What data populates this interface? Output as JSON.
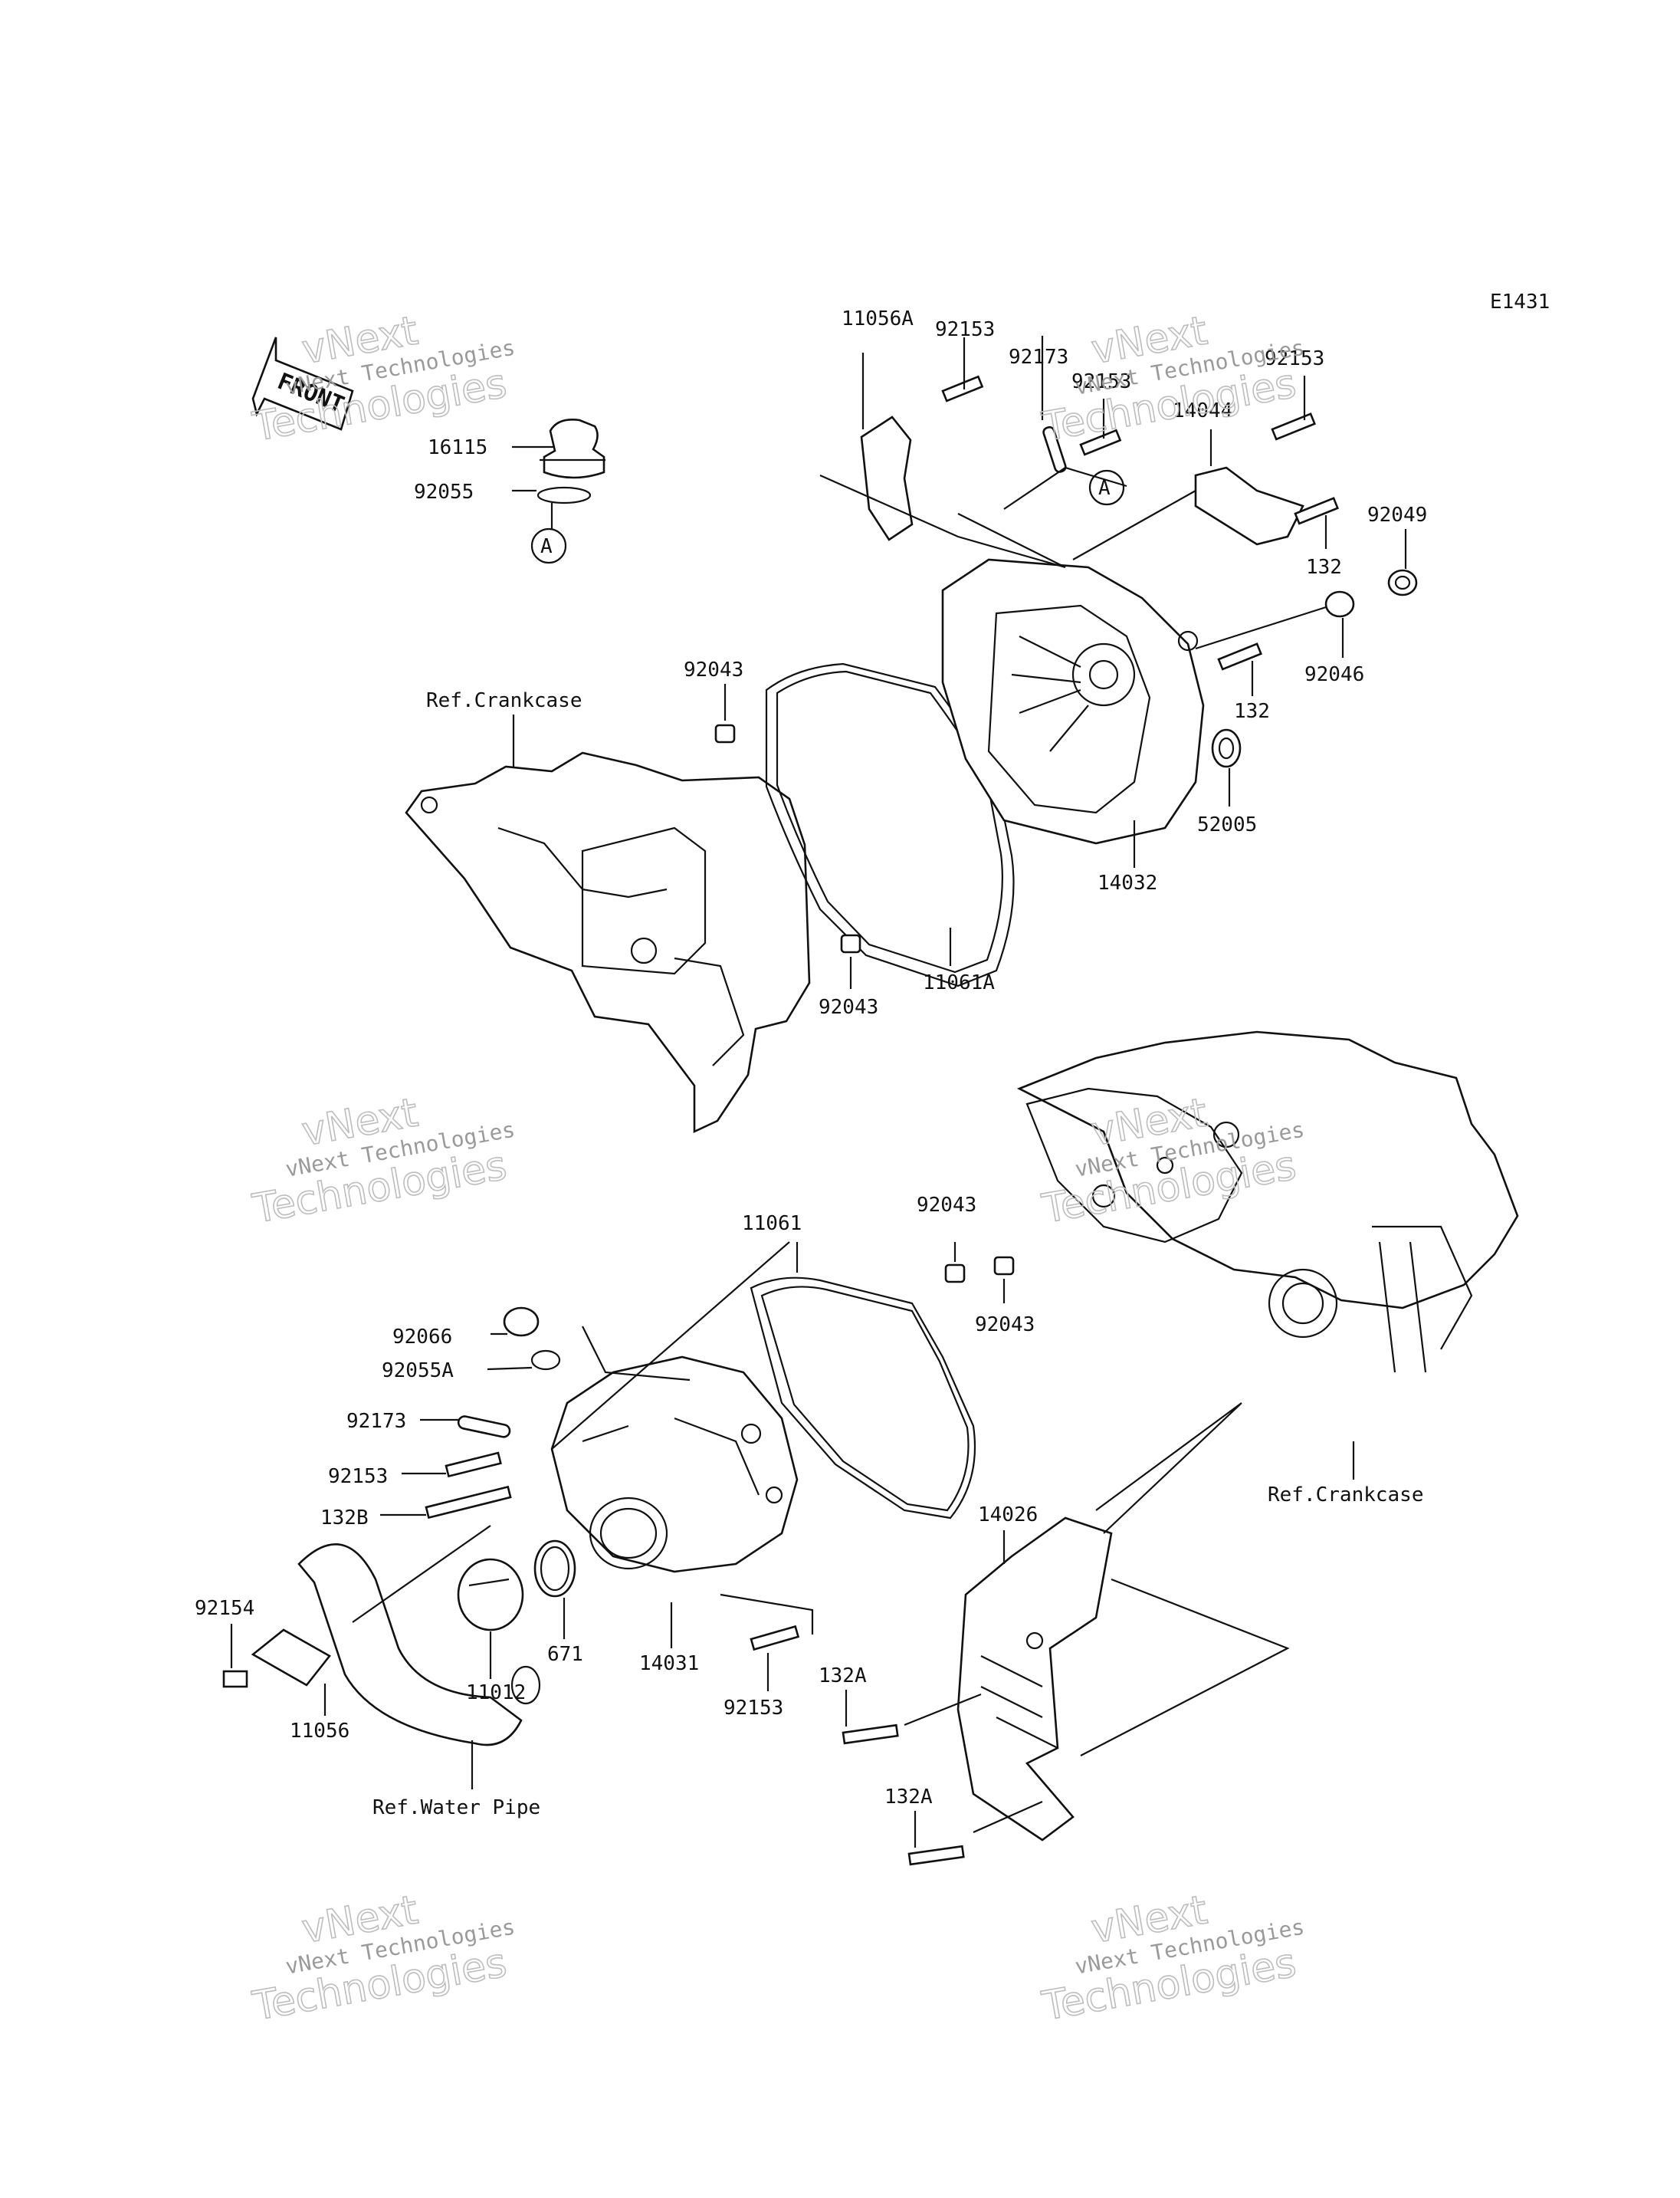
{
  "diagram_id": "E1431",
  "front_arrow": "FRONT",
  "ref_marker": "A",
  "ref_labels": {
    "crankcase_upper": "Ref.Crankcase",
    "crankcase_lower": "Ref.Crankcase",
    "water_pipe": "Ref.Water Pipe"
  },
  "parts_upper": [
    "92153",
    "11056A",
    "92173",
    "92153",
    "14044",
    "92153",
    "16115",
    "92055",
    "132",
    "92049",
    "92046",
    "132",
    "92043",
    "52005",
    "14032",
    "11061A",
    "92043"
  ],
  "parts_lower": [
    "11061",
    "92043",
    "92043",
    "92066",
    "92055A",
    "92173",
    "92153",
    "132B",
    "14026",
    "92154",
    "671",
    "14031",
    "11012",
    "92153",
    "11056",
    "132A",
    "132A"
  ],
  "watermark": {
    "line1": "vNext",
    "line2": "vNext Technologies",
    "line3": "Technologies"
  }
}
